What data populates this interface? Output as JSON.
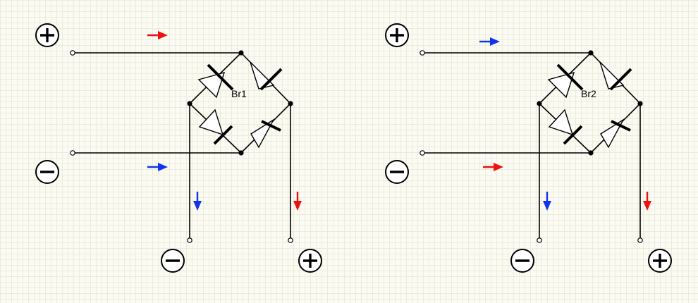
{
  "colors": {
    "red": "#ee1111",
    "blue": "#1133ee",
    "wire": "#000000"
  },
  "bridges": [
    {
      "id": "br1",
      "label": "Br1",
      "input_top_polarity": "+",
      "input_bottom_polarity": "-",
      "output_left_polarity": "-",
      "output_right_polarity": "+",
      "arrow_input_top": "red",
      "arrow_input_bottom": "blue",
      "arrow_output_left": "blue",
      "arrow_output_right": "red"
    },
    {
      "id": "br2",
      "label": "Br2",
      "input_top_polarity": "+",
      "input_bottom_polarity": "-",
      "output_left_polarity": "-",
      "output_right_polarity": "+",
      "arrow_input_top": "blue",
      "arrow_input_bottom": "red",
      "arrow_output_left": "blue",
      "arrow_output_right": "red"
    }
  ]
}
